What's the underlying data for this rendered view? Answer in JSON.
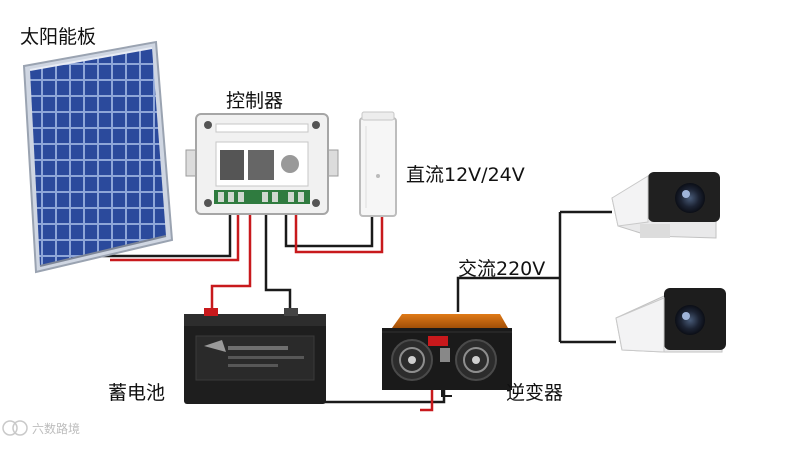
{
  "labels": {
    "solar_panel": "太阳能板",
    "controller": "控制器",
    "dc_output": "直流12V/24V",
    "ac_output": "交流220V",
    "battery": "蓄电池",
    "inverter": "逆变器"
  },
  "watermark": "六数路境",
  "colors": {
    "wire_red": "#c8191c",
    "wire_black": "#1a1a1a",
    "panel_cell": "#2b4a9c",
    "camera_body": "#e9e9ea"
  }
}
